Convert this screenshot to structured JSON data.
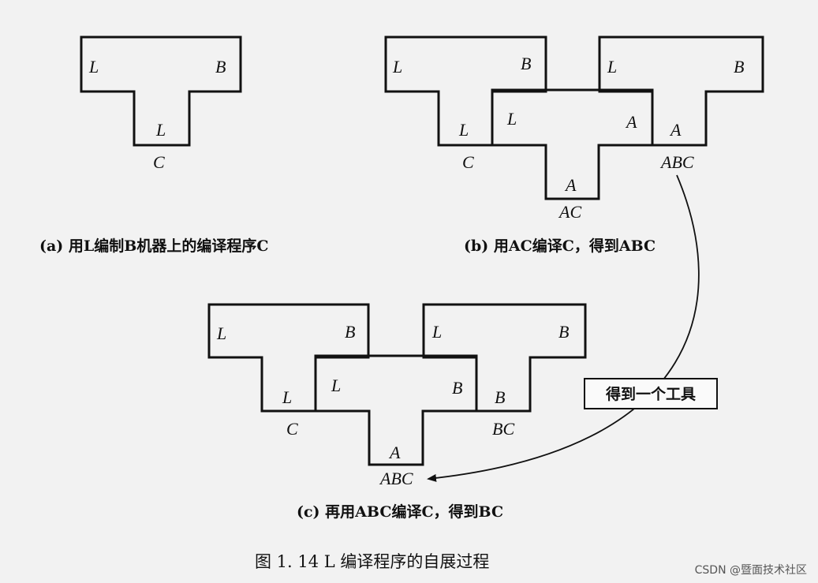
{
  "diagrams": {
    "a": {
      "machine": {
        "left": "L",
        "right": "B",
        "bottom": "L",
        "below": "C"
      },
      "caption": "(a) 用L编制B机器上的编译程序C"
    },
    "b": {
      "left_machine": {
        "left": "L",
        "right": "B",
        "bottom": "L",
        "below": "C"
      },
      "middle_machine": {
        "left": "L",
        "right": "A",
        "bottom": "A",
        "below": "AC"
      },
      "right_machine": {
        "left": "L",
        "right": "B",
        "bottom": "A",
        "below": "ABC"
      },
      "caption": "(b) 用AC编译C，得到ABC"
    },
    "c": {
      "left_machine": {
        "left": "L",
        "right": "B",
        "bottom": "L",
        "below": "C"
      },
      "middle_machine": {
        "left": "L",
        "right": "B",
        "bottom": "A",
        "below": "ABC"
      },
      "right_machine": {
        "left": "L",
        "right": "B",
        "bottom": "B",
        "below": "BC"
      },
      "caption": "(c) 再用ABC编译C，得到BC"
    }
  },
  "tool_note": "得到一个工具",
  "figure_caption": "图 1. 14   L 编译程序的自展过程",
  "watermark": "CSDN @暨面技术社区"
}
